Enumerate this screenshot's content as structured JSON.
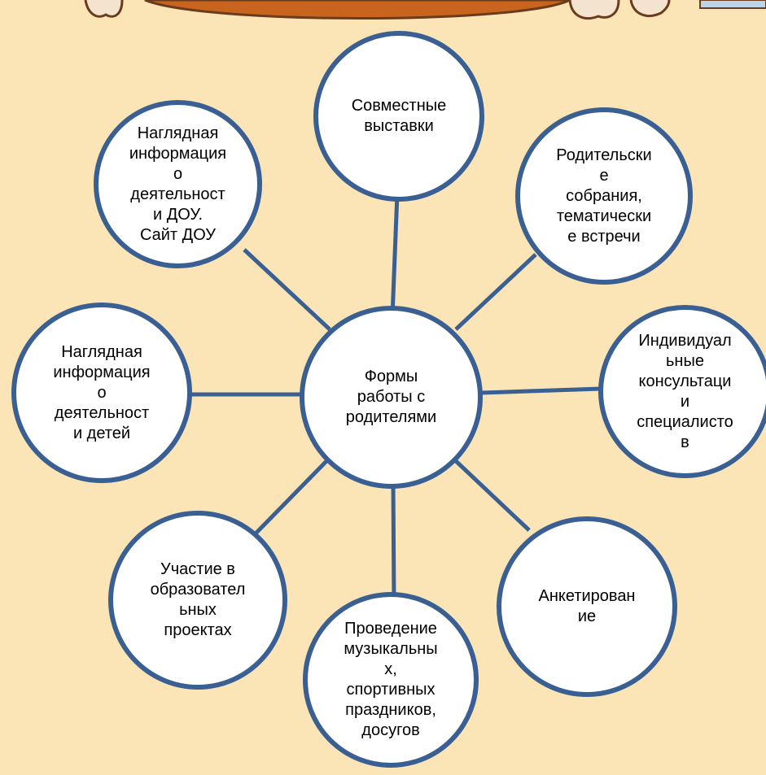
{
  "diagram": {
    "center": {
      "label": "Формы\nработы с\nродителями"
    },
    "nodes": [
      {
        "id": "exhibitions",
        "label": "Совместные\nвыставки"
      },
      {
        "id": "meetings",
        "label": "Родительски\nе\nсобрания,\nтематически\nе встречи"
      },
      {
        "id": "consultations",
        "label": "Индивидуал\nьные\nконсультаци\nи\nспециалисто\nв"
      },
      {
        "id": "questionnaire",
        "label": "Анкетирован\nие"
      },
      {
        "id": "holidays",
        "label": "Проведение\nмузыкальны\nх,\nспортивных\nпраздников,\nдосугов"
      },
      {
        "id": "projects",
        "label": "Участие в\nобразовател\nьных\nпроектах"
      },
      {
        "id": "info-children",
        "label": "Наглядная\nинформация\nо\nдеятельност\nи детей"
      },
      {
        "id": "info-dou",
        "label": "Наглядная\nинформация\nо\nдеятельност\nи ДОУ.\nСайт ДОУ"
      }
    ]
  },
  "colors": {
    "background": "#fbe5b6",
    "node_fill": "#ffffff",
    "node_border": "#3a5f92",
    "connector": "#3a5f92"
  }
}
